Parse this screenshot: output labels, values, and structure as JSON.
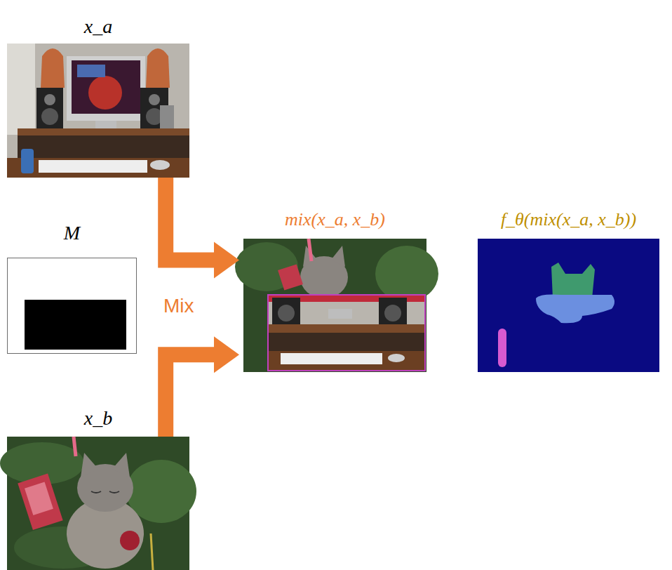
{
  "diagram": {
    "nodes": [
      {
        "text": [
          "x_a"
        ]
      },
      {
        "text": [
          "M"
        ]
      },
      {
        "text": [
          "mix(x_a, x_b)"
        ]
      },
      {
        "text": [
          "f_θ(mix(x_a, x_b))"
        ]
      },
      {
        "text": [
          "x_b"
        ]
      }
    ],
    "edges": [
      {
        "from": 0,
        "to": 2,
        "arrow": "to"
      },
      {
        "from": 4,
        "to": 2,
        "arrow": "to"
      }
    ],
    "labels": [
      "Mix"
    ]
  }
}
